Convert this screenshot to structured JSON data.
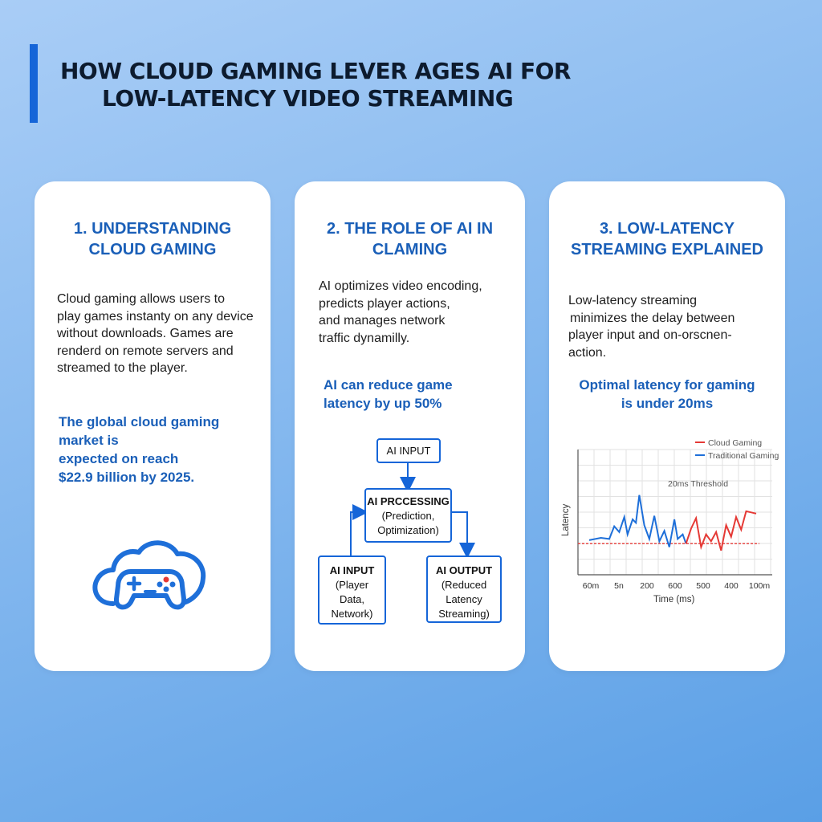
{
  "title": {
    "line1": "HOW CLOUD GAMING LEVER AGES AI FOR",
    "line2": "LOW-LATENCY VIDEO STREAMING"
  },
  "colors": {
    "accent": "#1565d8",
    "heading": "#1a5fb8",
    "cloud_gaming": "#e53935",
    "traditional_gaming": "#1e6fd9"
  },
  "cards": [
    {
      "title": [
        "1. UNDERSTANDING",
        "CLOUD GAMING"
      ],
      "body": [
        "Cloud gaming allows users to",
        "play games instanty on any device",
        "without downloads. Games are",
        "renderd on remote servers and",
        "streamed to the player."
      ],
      "stat": [
        "The global cloud gaming",
        "market is",
        "expected on reach",
        "$22.9 billion by 2025."
      ],
      "icon": "cloud-gamepad-icon"
    },
    {
      "title": [
        "2. THE ROLE OF AI IN",
        "CLAMING"
      ],
      "body": [
        "AI optimizes video encoding,",
        "predicts player actions,",
        "and manages network",
        "traffic dynamilly."
      ],
      "stat": [
        "AI can reduce game",
        "latency by up 50%"
      ],
      "flow": {
        "top": "AI INPUT",
        "processing": {
          "title": "AI PRCCESSING",
          "lines": [
            "(Prediction,",
            "Optimization)"
          ]
        },
        "input": {
          "title": "AI INPUT",
          "lines": [
            "(Player",
            "Data,",
            "Network)"
          ]
        },
        "output": {
          "title": "AI OUTPUT",
          "lines": [
            "(Reduced",
            "Latency",
            "Streaming)"
          ]
        }
      }
    },
    {
      "title": [
        "3. LOW-LATENCY",
        "STREAMING EXPLAINED"
      ],
      "body": [
        "Low-latency streaming",
        "minimizes the delay between",
        "player input and on-orscnen-",
        "action."
      ],
      "stat": [
        "Optimal latency for gaming",
        "is under 20ms"
      ]
    }
  ],
  "chart_data": {
    "type": "line",
    "xlabel": "Time (ms)",
    "ylabel": "Latency",
    "x_tick_labels": [
      "60m",
      "5n",
      "200",
      "600",
      "500",
      "400",
      "100m"
    ],
    "threshold_label": "20ms Threshold",
    "threshold": 0.2,
    "ylim": [
      0,
      1
    ],
    "grid": true,
    "legend_placement": "top-right",
    "series": [
      {
        "name": "Traditional Gaming",
        "x": [
          0,
          0.07,
          0.12,
          0.15,
          0.18,
          0.21,
          0.23,
          0.26,
          0.28,
          0.3,
          0.33,
          0.36,
          0.39,
          0.42,
          0.45,
          0.48,
          0.51,
          0.53,
          0.56,
          0.58
        ],
        "y": [
          0.23,
          0.25,
          0.24,
          0.35,
          0.3,
          0.43,
          0.28,
          0.41,
          0.38,
          0.62,
          0.36,
          0.24,
          0.44,
          0.22,
          0.31,
          0.17,
          0.41,
          0.24,
          0.28,
          0.2
        ]
      },
      {
        "name": "Cloud Gaming",
        "x": [
          0.58,
          0.61,
          0.64,
          0.67,
          0.7,
          0.73,
          0.76,
          0.79,
          0.82,
          0.85,
          0.88,
          0.91,
          0.94,
          0.97,
          1.0
        ],
        "y": [
          0.2,
          0.33,
          0.42,
          0.17,
          0.28,
          0.22,
          0.3,
          0.14,
          0.36,
          0.26,
          0.43,
          0.32,
          0.48,
          0.47,
          0.46
        ]
      }
    ]
  }
}
